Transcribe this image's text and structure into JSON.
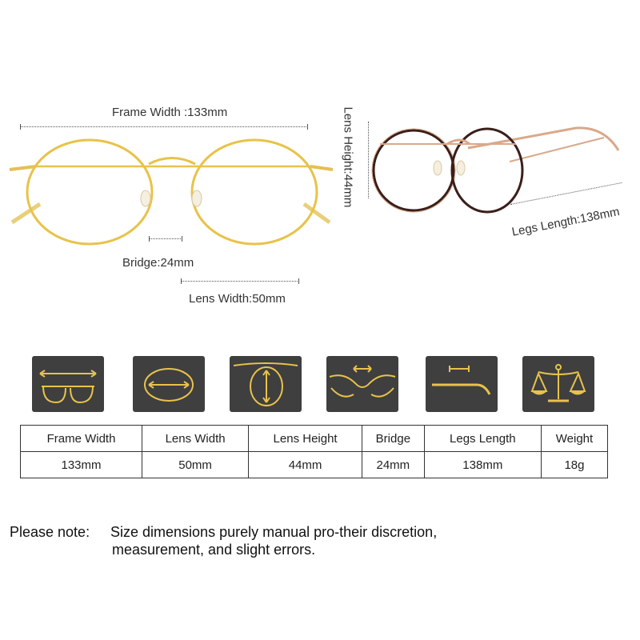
{
  "dimensions": {
    "frame_width": "Frame Width :133mm",
    "lens_height": "Lens Height:44mm",
    "bridge": "Bridge:24mm",
    "lens_width": "Lens Width:50mm",
    "legs_length": "Legs Length:138mm"
  },
  "colors": {
    "gold": "#e8c34a",
    "tile_bg": "#3f3f3f",
    "rose_gold": "#d9a98a",
    "dark_rim": "#3a1f1a"
  },
  "icons": [
    {
      "name": "frame-width-icon"
    },
    {
      "name": "lens-width-icon"
    },
    {
      "name": "lens-height-icon"
    },
    {
      "name": "bridge-icon"
    },
    {
      "name": "legs-length-icon"
    },
    {
      "name": "weight-scale-icon"
    }
  ],
  "spec_table": {
    "headers": [
      "Frame Width",
      "Lens Width",
      "Lens Height",
      "Bridge",
      "Legs Length",
      "Weight"
    ],
    "values": [
      "133mm",
      "50mm",
      "44mm",
      "24mm",
      "138mm",
      "18g"
    ]
  },
  "note": {
    "label": "Please note:",
    "line1": "Size dimensions purely manual pro-their discretion,",
    "line2": "measurement, and slight errors."
  }
}
